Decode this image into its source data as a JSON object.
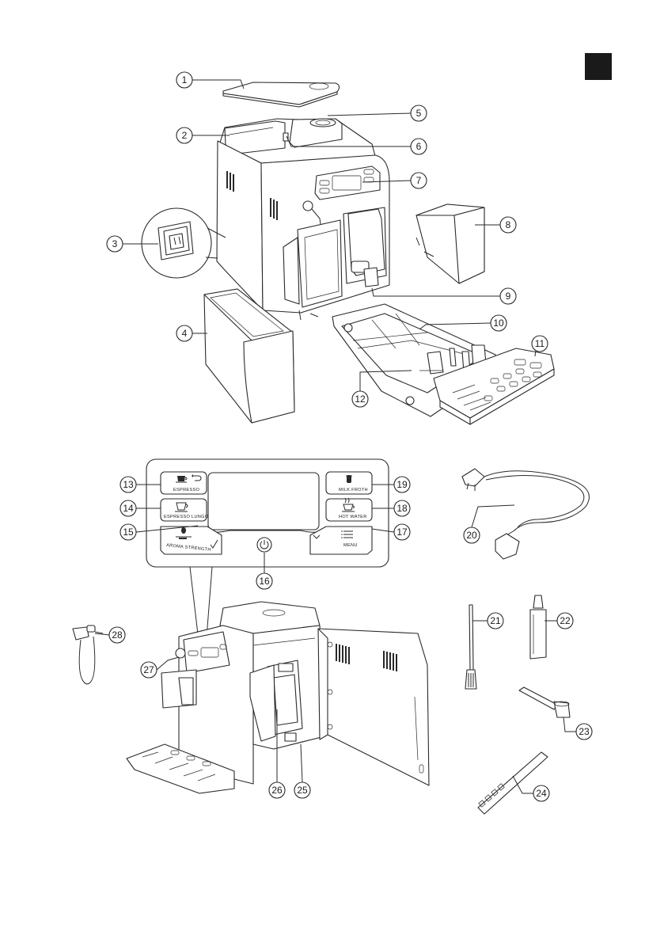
{
  "language_tab": {
    "color": "#1a1a1a"
  },
  "callouts": {
    "c1": "1",
    "c2": "2",
    "c3": "3",
    "c4": "4",
    "c5": "5",
    "c6": "6",
    "c7": "7",
    "c8": "8",
    "c9": "9",
    "c10": "10",
    "c11": "11",
    "c12": "12",
    "c13": "13",
    "c14": "14",
    "c15": "15",
    "c16": "16",
    "c17": "17",
    "c18": "18",
    "c19": "19",
    "c20": "20",
    "c21": "21",
    "c22": "22",
    "c23": "23",
    "c24": "24",
    "c25": "25",
    "c26": "26",
    "c27": "27",
    "c28": "28"
  },
  "control_panel": {
    "espresso": "ESPRESSO",
    "espresso_lungo": "ESPRESSO LUNGO",
    "aroma_strength": "AROMA STRENGTH",
    "milk_froth": "MILK FROTH",
    "hot_water": "HOT WATER",
    "menu": "MENU"
  },
  "icons": [
    "espresso-cup-icon",
    "back-arrow-icon",
    "lungo-cup-icon",
    "coffee-bean-icon",
    "checkmark-icon",
    "power-icon",
    "milk-carafe-icon",
    "hot-water-cup-icon",
    "menu-list-icon",
    "chevron-down-icon"
  ]
}
